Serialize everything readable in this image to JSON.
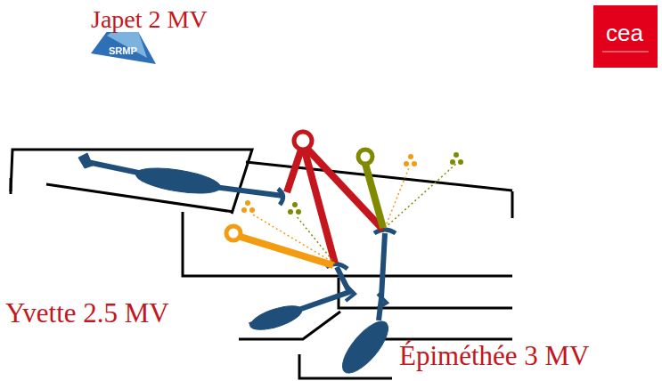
{
  "diagram": {
    "labels": [
      "SRMP",
      "cea",
      "Japet 2 MV",
      "Yvette 2.5 MV",
      "Épiméthée 3 MV"
    ]
  }
}
